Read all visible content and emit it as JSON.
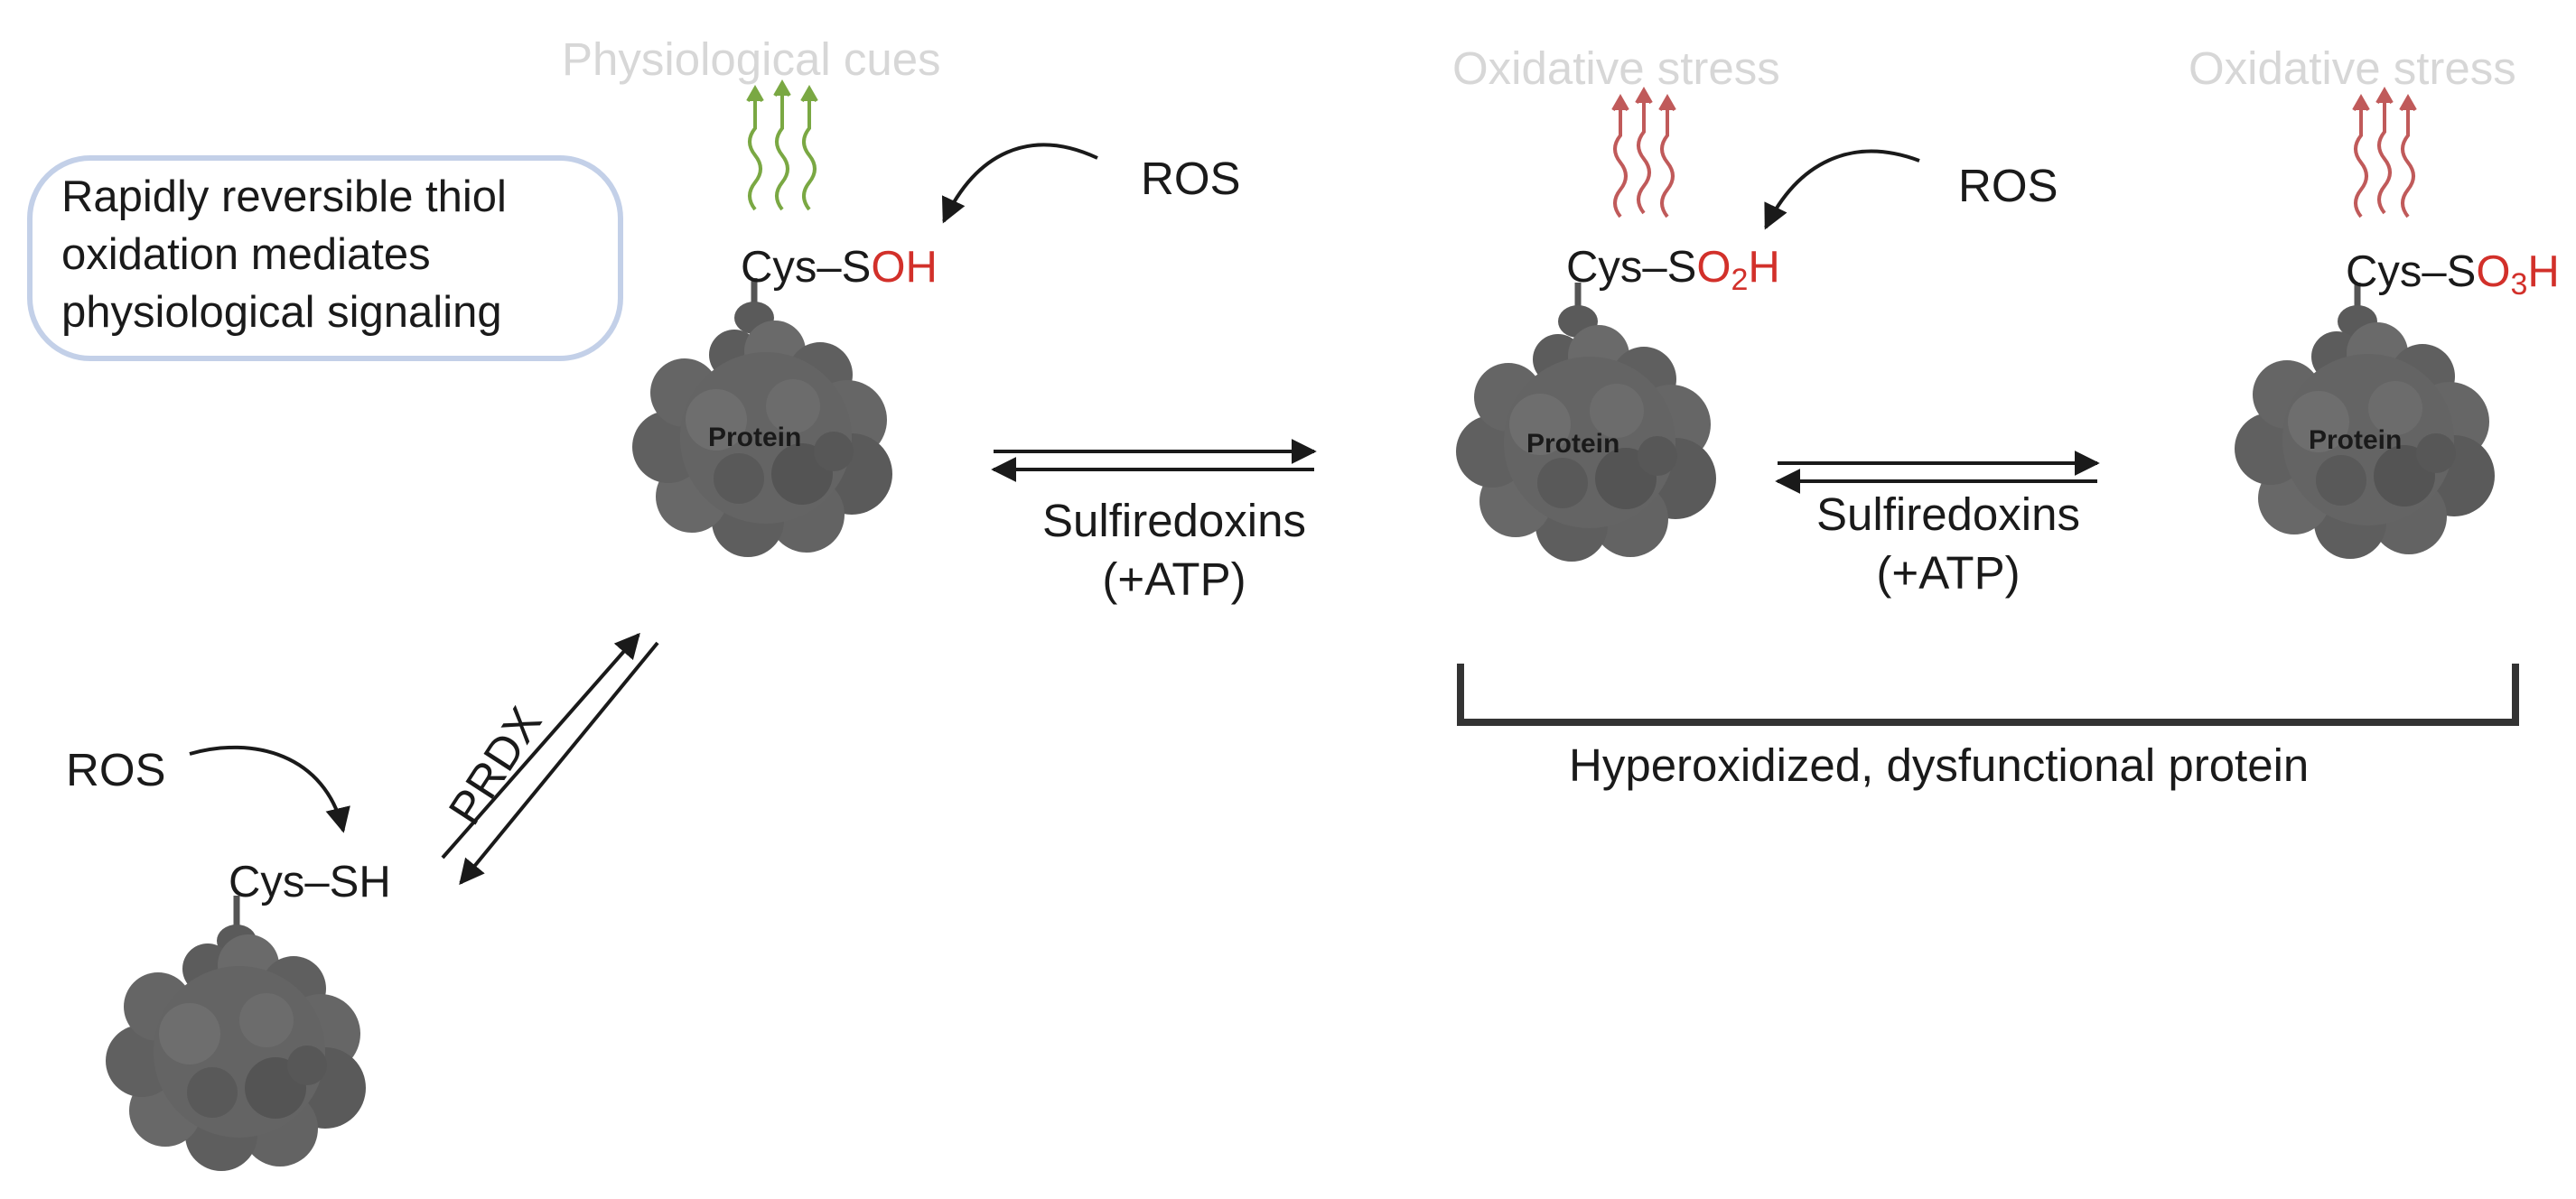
{
  "info_box": {
    "lines": [
      "Rapidly reversible thiol",
      "oxidation mediates",
      "physiological signaling"
    ]
  },
  "cues": {
    "physiological": "Physiological cues",
    "oxidative_1": "Oxidative stress",
    "oxidative_2": "Oxidative stress"
  },
  "ros": {
    "label": "ROS"
  },
  "states": {
    "thiol": {
      "prefix": "Cys–SH"
    },
    "sulfenic": {
      "prefix": "Cys–S",
      "suffix": "OH"
    },
    "sulfinic": {
      "prefix": "Cys–S",
      "group": "O",
      "sub": "2",
      "tail": "H"
    },
    "sulfonic": {
      "prefix": "Cys–S",
      "group": "O",
      "sub": "3",
      "tail": "H"
    }
  },
  "protein": {
    "label": "Protein"
  },
  "enzymes": {
    "prdx": "PRDX",
    "sulfiredoxins": "Sulfiredoxins",
    "atp": "(+ATP)"
  },
  "bracket": {
    "label": "Hyperoxidized, dysfunctional protein"
  },
  "colors": {
    "protein": "#626262",
    "protein_shade": "#4d4d4d",
    "oxidized_red": "#d2302a",
    "physio_green": "#7aa843",
    "stress_red": "#c05a5a",
    "box_border": "#c3d0e8",
    "cue_text": "#d7d7d7"
  }
}
